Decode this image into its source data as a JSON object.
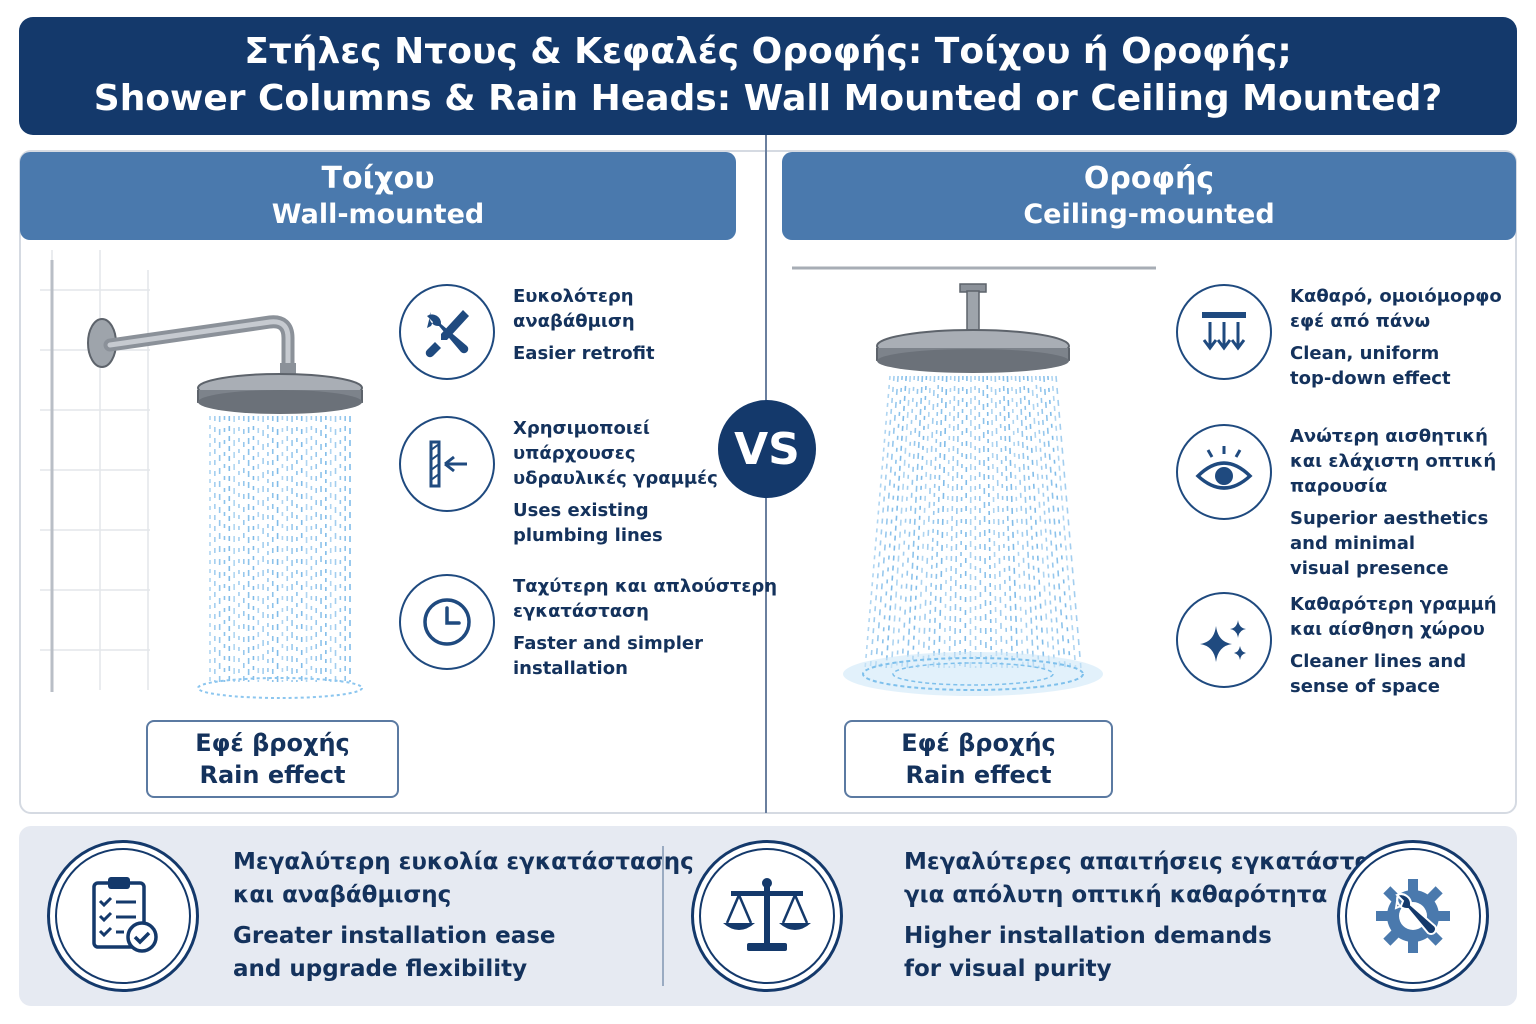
{
  "header": {
    "title_greek": "Στήλες Ντους & Κεφαλές Οροφής: Τοίχου ή Οροφής;",
    "title_english": "Shower Columns & Rain Heads: Wall Mounted or Ceiling Mounted?"
  },
  "left_panel": {
    "heading_greek": "Τοίχου",
    "heading_english": "Wall-mounted",
    "features": [
      {
        "icon": "tools-icon",
        "greek": "Ευκολότερη\nαναβάθμιση",
        "english": "Easier retrofit"
      },
      {
        "icon": "wall-arrow-icon",
        "greek": "Χρησιμοποιεί\nυπάρχουσες\nυδραυλικές γραμμές",
        "english": "Uses existing\nplumbing lines"
      },
      {
        "icon": "clock-icon",
        "greek": "Ταχύτερη και απλούστερη\nεγκατάσταση",
        "english": "Faster and simpler\ninstallation"
      }
    ],
    "rain_label_greek": "Εφέ βροχής",
    "rain_label_english": "Rain effect"
  },
  "right_panel": {
    "heading_greek": "Οροφής",
    "heading_english": "Ceiling-mounted",
    "features": [
      {
        "icon": "down-arrows-icon",
        "greek": "Καθαρό, ομοιόμορφο\nεφέ από πάνω",
        "english": "Clean, uniform\ntop-down effect"
      },
      {
        "icon": "eye-icon",
        "greek": "Ανώτερη αισθητική\nκαι ελάχιστη οπτική\nπαρουσία",
        "english": "Superior aesthetics\nand minimal\nvisual presence"
      },
      {
        "icon": "sparkle-icon",
        "greek": "Καθαρότερη γραμμή\nκαι αίσθηση χώρου",
        "english": "Cleaner lines and\nsense of space"
      }
    ],
    "rain_label_greek": "Εφέ βροχής",
    "rain_label_english": "Rain effect"
  },
  "vs_label": "VS",
  "bottom": {
    "left_greek": "Μεγαλύτερη ευκολία εγκατάστασης\nκαι αναβάθμισης",
    "left_english": "Greater installation ease\nand upgrade flexibility",
    "right_greek": "Μεγαλύτερες απαιτήσεις εγκατάστασης\nγια απόλυτη οπτική καθαρότητα",
    "right_english": "Higher installation demands\nfor visual purity"
  },
  "colors": {
    "navy": "#14396b",
    "panel_blue": "#4a79ad",
    "water_blue": "#6fb3e6",
    "bottom_bg": "#e6eaf2"
  }
}
